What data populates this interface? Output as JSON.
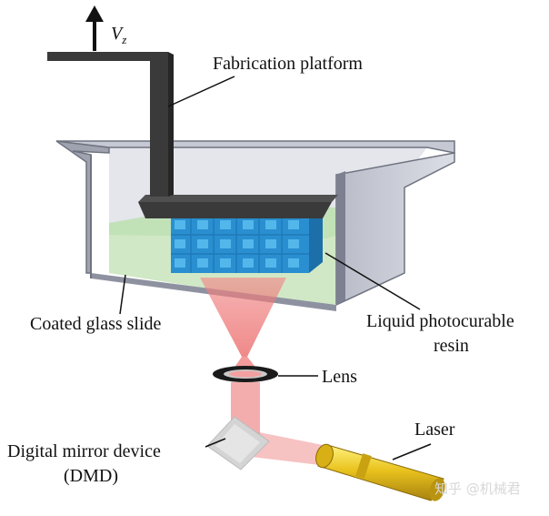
{
  "labels": {
    "velocity_symbol": "V",
    "velocity_subscript": "z",
    "fabrication_platform": "Fabrication platform",
    "coated_glass_slide": "Coated glass slide",
    "liquid_resin_line1": "Liquid photocurable",
    "liquid_resin_line2": "resin",
    "lens": "Lens",
    "laser": "Laser",
    "dmd_line1": "Digital mirror device",
    "dmd_line2": "(DMD)"
  },
  "watermark": "知乎 @机械君",
  "colors": {
    "platform": "#3a3a3a",
    "vat_wall": "#c9ccd6",
    "resin": "#cfe8c4",
    "printed_part": "#2a8fd0",
    "light_beam": "#ef8080",
    "laser_body": "#e8c21c"
  }
}
